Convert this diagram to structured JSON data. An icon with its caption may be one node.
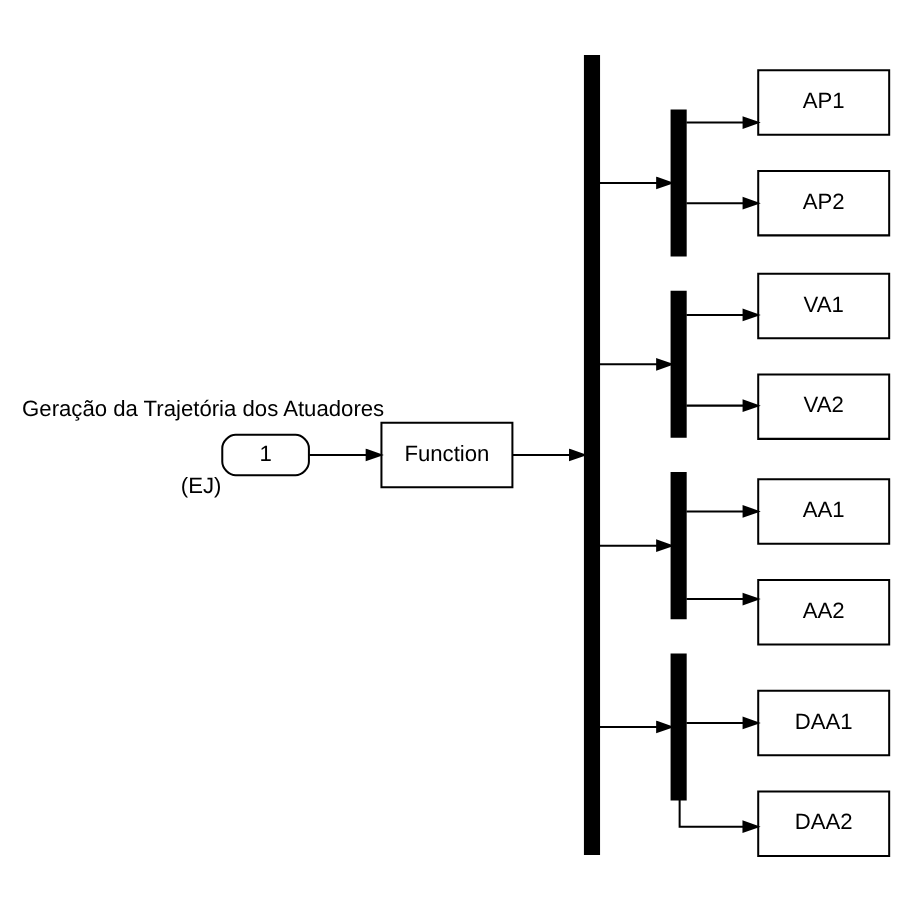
{
  "diagram": {
    "nodes": [
      {
        "text": [
          "1"
        ],
        "beside": [
          "(EJ)"
        ]
      },
      {
        "text": [
          "Function"
        ],
        "beside": [
          "Geração da Trajetória dos Atuadores"
        ]
      },
      {
        "text": [],
        "shape": "bar"
      },
      {
        "text": [],
        "shape": "bar"
      },
      {
        "text": [
          "AP1"
        ]
      },
      {
        "text": [
          "AP2"
        ]
      },
      {
        "text": [],
        "shape": "bar"
      },
      {
        "text": [
          "VA1"
        ]
      },
      {
        "text": [
          "VA2"
        ]
      },
      {
        "text": [],
        "shape": "bar"
      },
      {
        "text": [
          "AA1"
        ]
      },
      {
        "text": [
          "AA2"
        ]
      },
      {
        "text": [],
        "shape": "bar"
      },
      {
        "text": [
          "DAA1"
        ]
      },
      {
        "text": [
          "DAA2"
        ]
      }
    ],
    "edges": [
      {
        "from": 0,
        "to": 1,
        "arrow": "to"
      },
      {
        "from": 1,
        "to": 2,
        "arrow": "to"
      },
      {
        "from": 2,
        "to": 3,
        "arrow": "to"
      },
      {
        "from": 2,
        "to": 6,
        "arrow": "to"
      },
      {
        "from": 2,
        "to": 9,
        "arrow": "to"
      },
      {
        "from": 2,
        "to": 12,
        "arrow": "to"
      },
      {
        "from": 3,
        "to": 4,
        "arrow": "to"
      },
      {
        "from": 3,
        "to": 5,
        "arrow": "to"
      },
      {
        "from": 6,
        "to": 7,
        "arrow": "to"
      },
      {
        "from": 6,
        "to": 8,
        "arrow": "to"
      },
      {
        "from": 9,
        "to": 10,
        "arrow": "to"
      },
      {
        "from": 9,
        "to": 11,
        "arrow": "to"
      },
      {
        "from": 12,
        "to": 13,
        "arrow": "to"
      },
      {
        "from": 12,
        "to": 14,
        "arrow": "to"
      }
    ]
  }
}
